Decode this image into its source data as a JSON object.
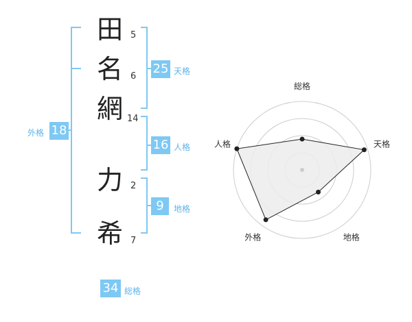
{
  "name": {
    "chars": [
      {
        "char": "田",
        "strokes": "5"
      },
      {
        "char": "名",
        "strokes": "6"
      },
      {
        "char": "網",
        "strokes": "14"
      },
      {
        "char": "力",
        "strokes": "2"
      },
      {
        "char": "希",
        "strokes": "7"
      }
    ]
  },
  "fortunes": {
    "tenkaku": {
      "value": "25",
      "label": "天格"
    },
    "jinkaku": {
      "value": "16",
      "label": "人格"
    },
    "chikaku": {
      "value": "9",
      "label": "地格"
    },
    "gaikaku": {
      "value": "18",
      "label": "外格"
    },
    "soukaku": {
      "value": "34",
      "label": "総格"
    }
  },
  "chart_data": {
    "type": "radar",
    "axes": [
      "総格",
      "天格",
      "地格",
      "外格",
      "人格"
    ],
    "values": [
      0.45,
      0.95,
      0.4,
      0.9,
      1.0
    ],
    "range": [
      0,
      1
    ],
    "rings": 4,
    "colors": {
      "fill": "#ececec",
      "line": "#222222",
      "grid": "#cccccc"
    }
  },
  "colors": {
    "accent": "#7ec8f4"
  }
}
